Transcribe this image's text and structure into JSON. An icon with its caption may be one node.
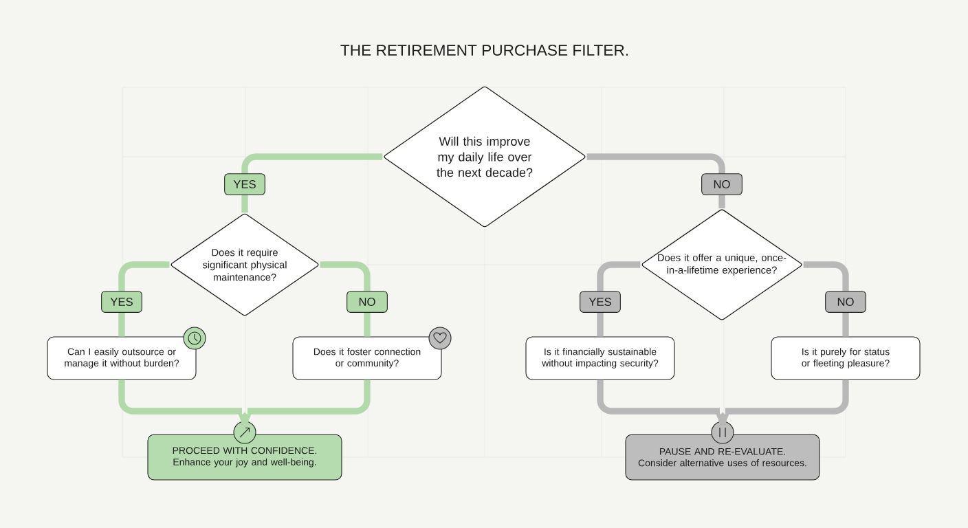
{
  "diagram": {
    "title": "THE RETIREMENT PURCHASE FILTER.",
    "nodes": [
      {
        "text": [
          "Will this improve my daily life over the next decade?"
        ]
      },
      {
        "text": [
          "Does it require significant physical maintenance?"
        ]
      },
      {
        "text": [
          "Does it offer a unique, once-in-a-lifetime experience?"
        ]
      },
      {
        "text": [
          "Can I easily outsource or manage it without burden?"
        ]
      },
      {
        "text": [
          "Does it foster connection or community?"
        ]
      },
      {
        "text": [
          "Is it financially sustainable without impacting security?"
        ]
      },
      {
        "text": [
          "Is it purely for status or fleeting pleasure?"
        ]
      },
      {
        "text": [
          "PROCEED WITH CONFIDENCE.",
          "Enhance your joy and well-being."
        ]
      },
      {
        "text": [
          "PAUSE AND RE-EVALUATE.",
          "Consider alternative uses of resources."
        ]
      }
    ],
    "edges": [
      {
        "from": 0,
        "to": 1,
        "arrow": "none",
        "label": "YES",
        "color": "#b2d9a9"
      },
      {
        "from": 0,
        "to": 2,
        "arrow": "none",
        "label": "NO",
        "color": "#b8b8b8"
      },
      {
        "from": 1,
        "to": 3,
        "arrow": "none",
        "label": "YES",
        "color": "#b2d9a9"
      },
      {
        "from": 1,
        "to": 4,
        "arrow": "none",
        "label": "NO",
        "color": "#b2d9a9"
      },
      {
        "from": 2,
        "to": 5,
        "arrow": "none",
        "label": "YES",
        "color": "#b8b8b8"
      },
      {
        "from": 2,
        "to": 6,
        "arrow": "none",
        "label": "NO",
        "color": "#b8b8b8"
      },
      {
        "from": 3,
        "to": 7,
        "arrow": "none",
        "color": "#b2d9a9"
      },
      {
        "from": 4,
        "to": 7,
        "arrow": "none",
        "color": "#b2d9a9"
      },
      {
        "from": 5,
        "to": 8,
        "arrow": "none",
        "color": "#b8b8b8"
      },
      {
        "from": 6,
        "to": 8,
        "arrow": "none",
        "color": "#b8b8b8"
      }
    ]
  }
}
